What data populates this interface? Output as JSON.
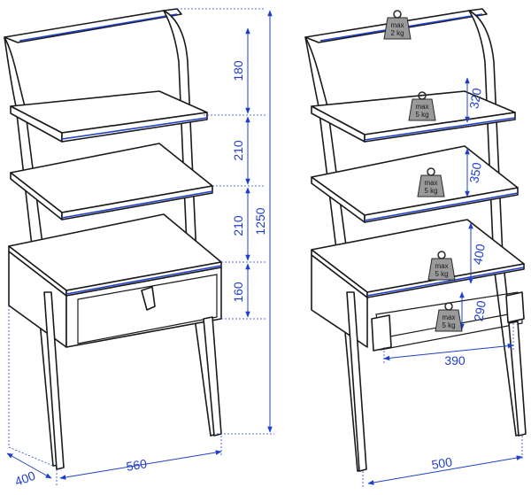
{
  "left_drawing": {
    "dimensions": {
      "gap_top": "180",
      "gap_shelf_1": "210",
      "gap_shelf_2": "210",
      "drawer_height": "160",
      "total_height": "1250",
      "depth": "400",
      "width": "560"
    }
  },
  "right_drawing": {
    "dimensions": {
      "shelf_1_clearance": "320",
      "shelf_2_clearance": "350",
      "shelf_3_clearance": "400",
      "drawer_inner_height": "290",
      "drawer_inner_width": "390",
      "width": "500"
    },
    "weight_limits": [
      {
        "line1": "max",
        "line2": "2 kg"
      },
      {
        "line1": "max",
        "line2": "5 kg"
      },
      {
        "line1": "max",
        "line2": "5 kg"
      },
      {
        "line1": "max",
        "line2": "5 kg"
      },
      {
        "line1": "max",
        "line2": "5 kg"
      }
    ]
  },
  "colors": {
    "dimension_blue": "#2040c8",
    "outline": "#1a1a1a",
    "weight_grey": "#9a9a9a"
  }
}
